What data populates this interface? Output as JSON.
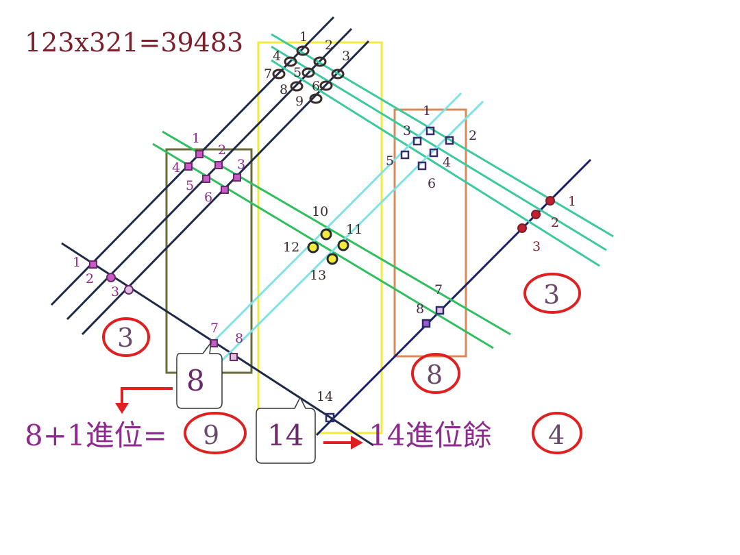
{
  "equation": "123x321=39483",
  "groups": {
    "top_left": [
      "1",
      "2",
      "3"
    ],
    "top_center": [
      "1",
      "2",
      "3",
      "4",
      "5",
      "6",
      "7",
      "8",
      "9"
    ],
    "left_box": [
      "1",
      "2",
      "3",
      "4",
      "5",
      "6"
    ],
    "right_box": [
      "1",
      "2",
      "3",
      "4",
      "5",
      "6"
    ],
    "right_diag": [
      "1",
      "2",
      "3"
    ],
    "center": [
      "10",
      "11",
      "12",
      "13"
    ],
    "bottom_left": [
      "7",
      "8"
    ],
    "right_lower": [
      "7",
      "8"
    ],
    "bottom_center": [
      "14"
    ]
  },
  "circled_digits": {
    "left": "3",
    "right": "3",
    "middle": "8",
    "bottom_left": "9",
    "bottom_right": "4"
  },
  "callouts": {
    "left": "8",
    "center": "14"
  },
  "bottom_text": {
    "left_prefix": "8+1進位=",
    "right_prefix": "14進位餘"
  },
  "colors": {
    "dark_lines": "#1f2a4a",
    "green_lines": "#2fbf5f",
    "teal_lines": "#3cc9a0",
    "cyan_lines": "#7fe3e6",
    "yellow_box": "#f2ea3c",
    "olive_box": "#6b6b3a",
    "orange_box": "#d98a5a",
    "red_circle": "#e02020",
    "equation_text": "#7a1f2b"
  }
}
